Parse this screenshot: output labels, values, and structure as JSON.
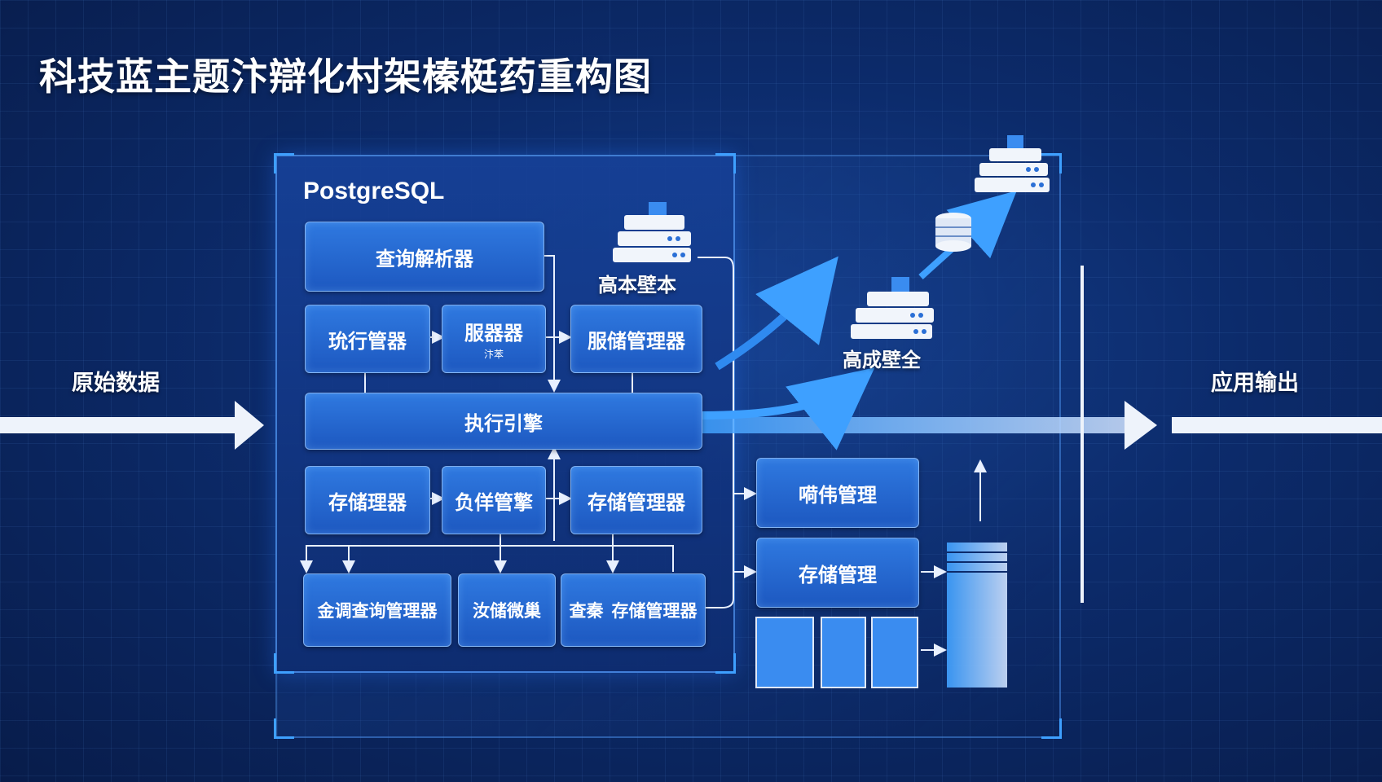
{
  "title": "科技蓝主题汴辯化村架榛梃药重构图",
  "panel": {
    "title": "PostgreSQL",
    "boxes": {
      "query_parser": "查询解析器",
      "exec_manager": "玧行管器",
      "service_label": "服器器",
      "service_sub": "汴苯",
      "storage_manager_top": "服储管理器",
      "exec_engine": "执行引擎",
      "storage_processor": "存储理器",
      "file_manager": "负佯管擎",
      "storage_manager_mid": "存储管理器",
      "bottom_left": "金调查询管理器",
      "bottom_mid": "汝储微巢",
      "bottom_right_prefix": "查秦",
      "bottom_right": "存储管理器"
    }
  },
  "side": {
    "input_label": "原始数据",
    "output_label": "应用输出",
    "server1_label": "高本壁本",
    "server2_label": "高成壁全",
    "dist_manage": "嗬伟管理",
    "storage_manage": "存储管理"
  },
  "colors": {
    "background": "#0c2b6b",
    "box": "#2568d4",
    "accent": "#3ea0ff",
    "arrow_white": "#eef3fb"
  },
  "icons": [
    "server-stack-icon",
    "database-icon",
    "storage-bar-icon",
    "arrow-right-icon"
  ]
}
